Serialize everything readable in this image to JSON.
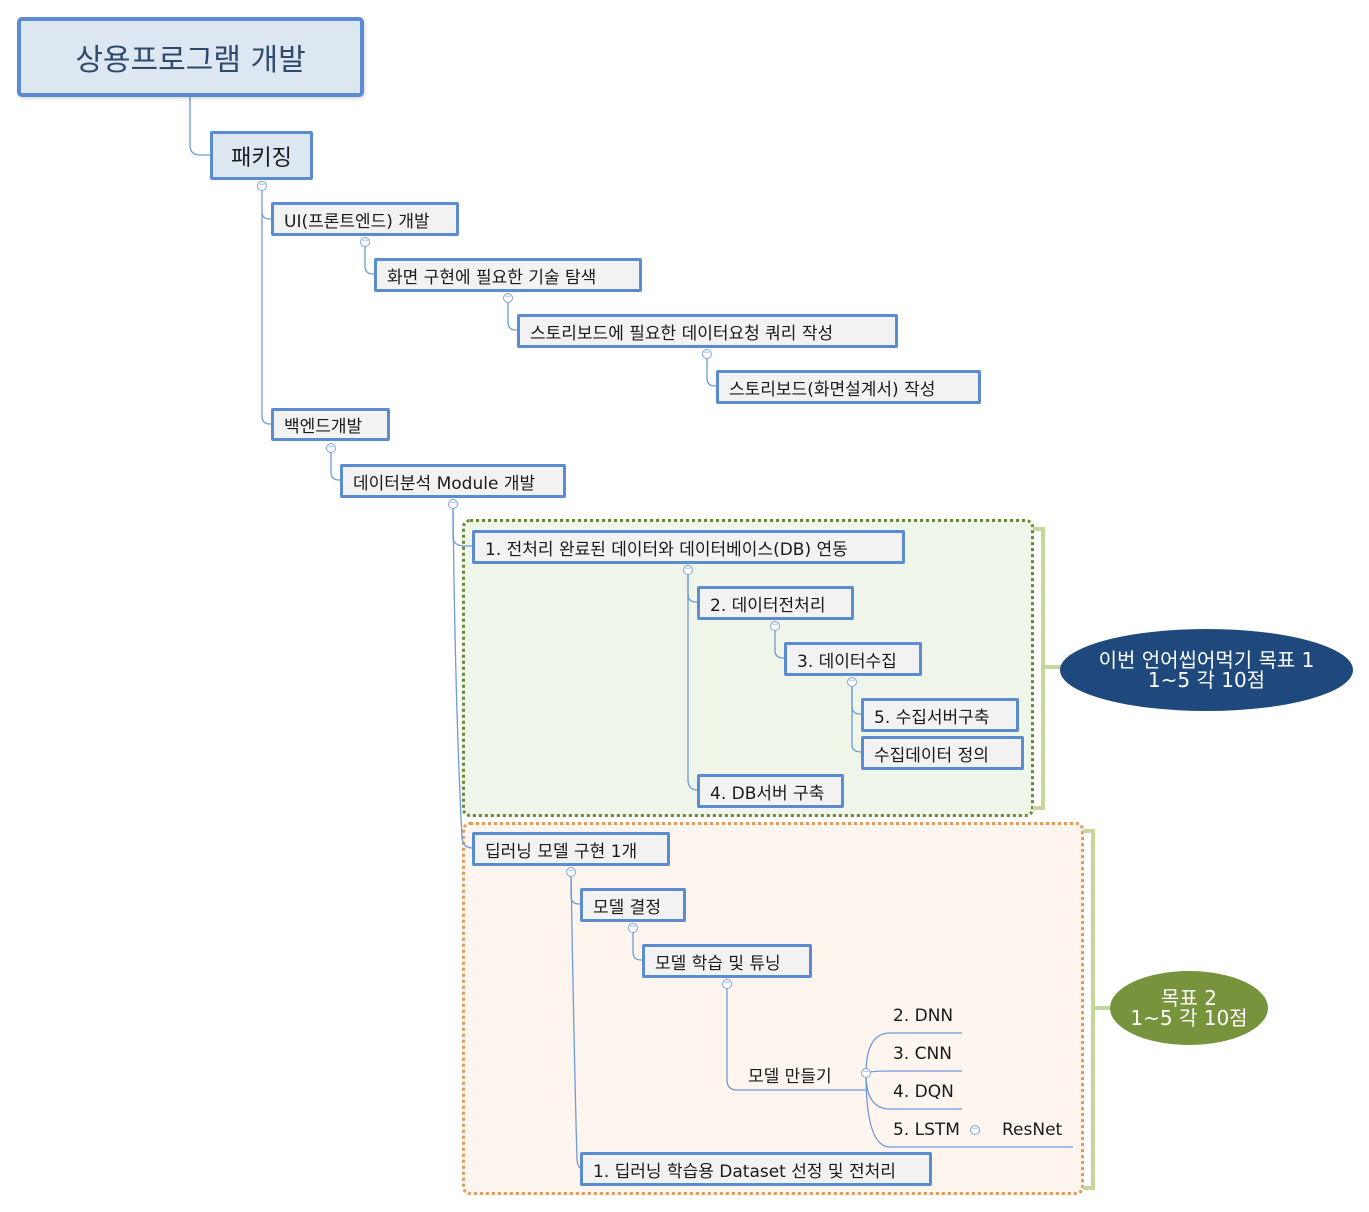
{
  "root": {
    "label": "상용프로그램 개발"
  },
  "packaging": {
    "label": "패키징"
  },
  "ui": {
    "label": "UI(프론트엔드) 개발",
    "tech": "화면 구현에 필요한 기술 탐색",
    "query": "스토리보드에 필요한 데이터요청 쿼리 작성",
    "storyboard": "스토리보드(화면설계서) 작성"
  },
  "backend": {
    "label": "백엔드개발",
    "module": "데이터분석 Module 개발"
  },
  "goal1": {
    "db_link": "1. 전처리 완료된 데이터와 데이터베이스(DB) 연동",
    "preprocess": "2. 데이터전처리",
    "collect": "3. 데이터수집",
    "collect_server": "5. 수집서버구축",
    "collect_define": "수집데이터 정의",
    "db_server": "4. DB서버 구축",
    "summary_line1": "이번 언어씹어먹기 목표 1",
    "summary_line2": "1~5 각 10점"
  },
  "goal2": {
    "dl_model": "딥러닝 모델 구현 1개",
    "model_select": "모델 결정",
    "train_tune": "모델 학습 및 튜닝",
    "make_model": "모델 만들기",
    "dnn": "2. DNN",
    "cnn": "3. CNN",
    "dqn": "4. DQN",
    "lstm": "5. LSTM",
    "resnet": "ResNet",
    "dataset": "1. 딥러닝 학습용 Dataset 선정 및 전처리",
    "summary_line1": "목표 2",
    "summary_line2": "1~5 각 10점"
  },
  "colors": {
    "node_border": "#5b8bd0",
    "goal1_fill": "#f0f5ea",
    "goal2_fill": "#fdf5ee",
    "summary1": "#1f497d",
    "summary2": "#77933c"
  }
}
